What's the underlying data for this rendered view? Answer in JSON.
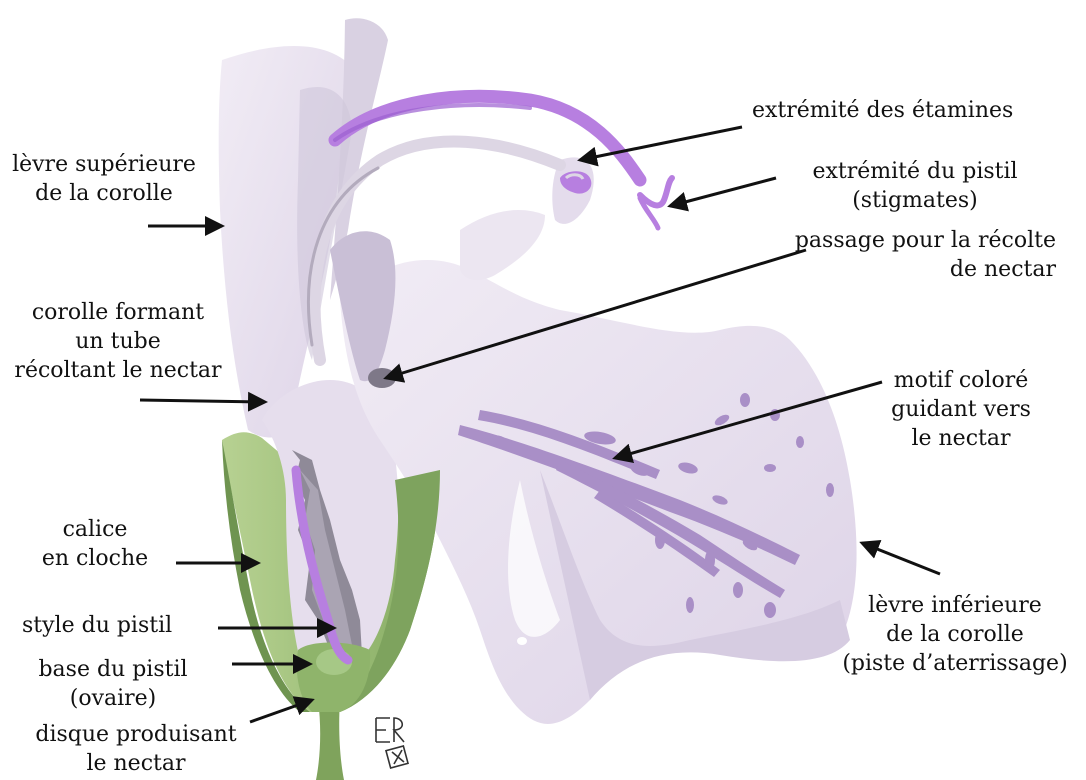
{
  "labels": {
    "stamen_tip": [
      "extrémité des étamines"
    ],
    "pistil_tip": [
      "extrémité du pistil",
      "(stigmates)"
    ],
    "nectar_passage": [
      "passage pour la récolte",
      "de nectar"
    ],
    "upper_lip": [
      "lèvre supérieure",
      "de la corolle"
    ],
    "corolla_tube": [
      "corolle formant",
      "un tube",
      "récoltant le nectar"
    ],
    "nectar_guide": [
      "motif coloré",
      "guidant vers",
      "le nectar"
    ],
    "calyx": [
      "calice",
      "en cloche"
    ],
    "lower_lip": [
      "lèvre inférieure",
      "de la corolle",
      "(piste d’aterrissage)"
    ],
    "style": [
      "style du pistil"
    ],
    "ovary": [
      "base du pistil",
      "(ovaire)"
    ],
    "nectar_disc": [
      "disque produisant",
      "le nectar"
    ]
  },
  "signature": "ER",
  "colors": {
    "petal": "#e8e1ef",
    "petal_shadow": "#c9bfd6",
    "petal_dark": "#8f8a98",
    "stamen": "#b77fe0",
    "nectar_guide": "#a387c3",
    "calyx": "#9fc07a",
    "calyx_dark": "#6f9450",
    "stem": "#7fa35c",
    "arrow": "#111111"
  }
}
